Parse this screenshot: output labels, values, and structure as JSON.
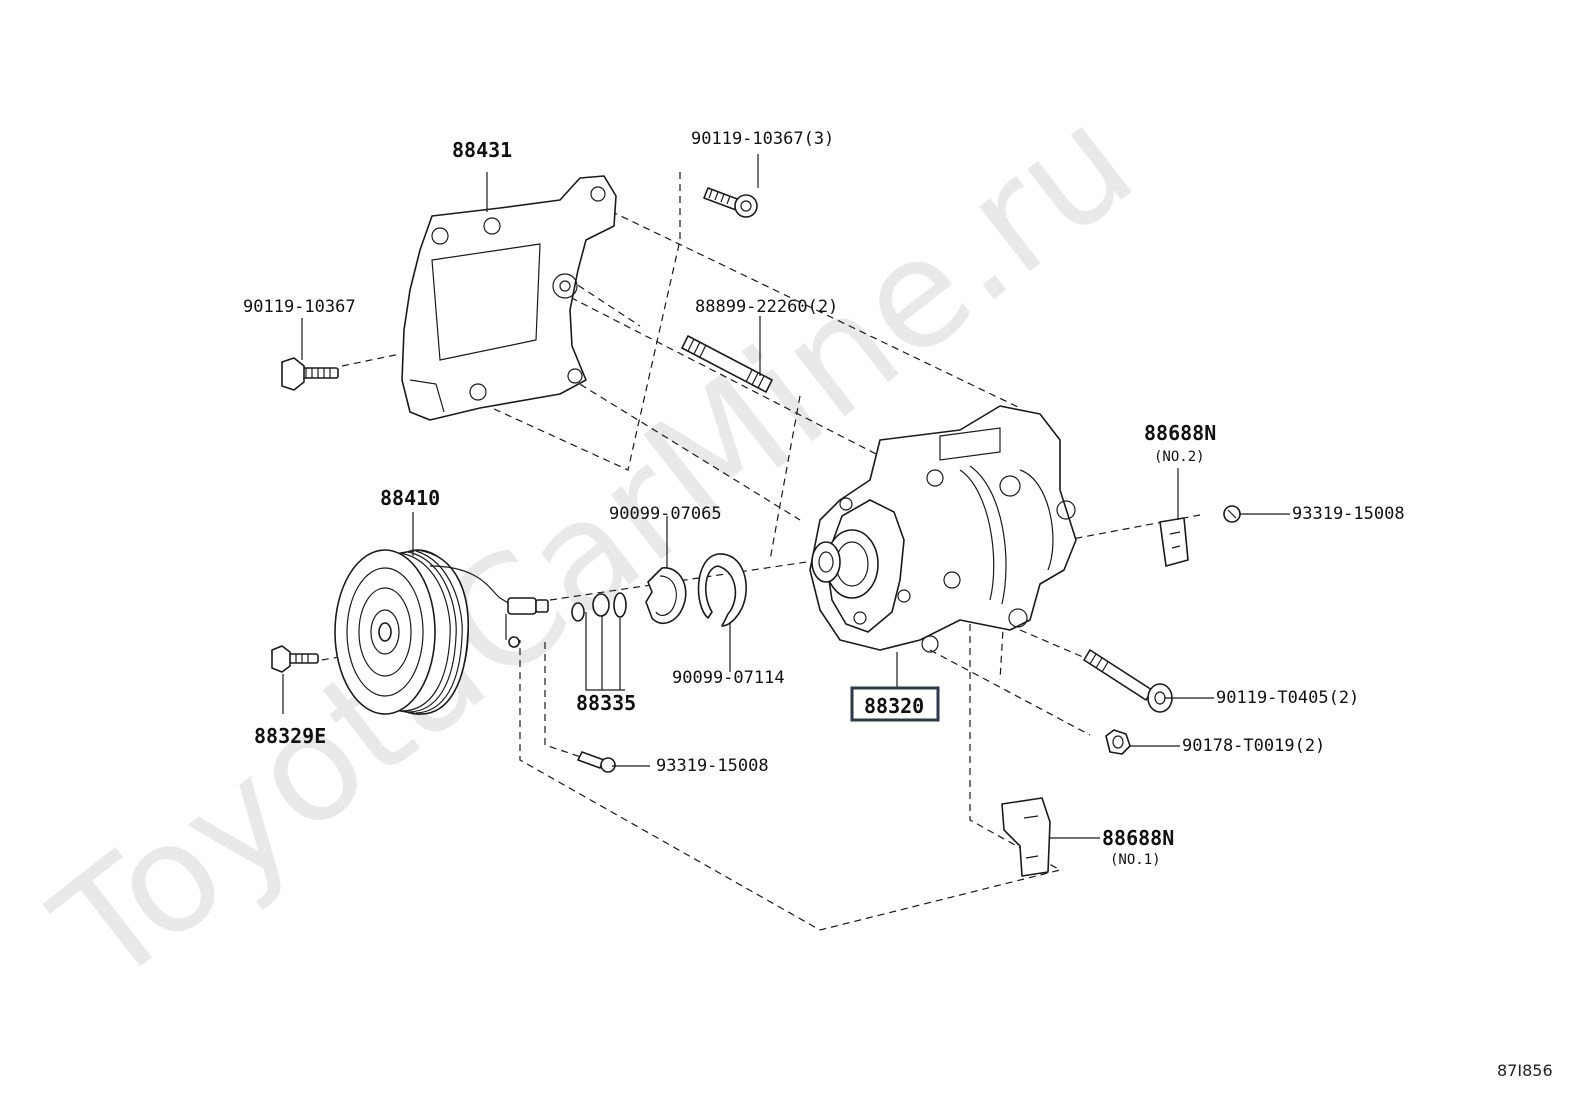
{
  "watermark": "ToyotaCarMine.ru",
  "catalog_code": "87I856",
  "highlight_part": "88320",
  "labels": {
    "bracket": "88431",
    "bolt_bracket": "90119-10367",
    "bolt_top": "90119-10367(3)",
    "stud": "88899-22260(2)",
    "clutch_pulley": "88410",
    "clutch_bolt": "88329E",
    "shims": "88335",
    "snap_ring_a": "90099-07065",
    "snap_ring_b": "90099-07114",
    "compressor": "88320",
    "screw_lower": "93319-15008",
    "screw_right": "93319-15008",
    "bracket_no2": "88688N",
    "bracket_no2_sub": "(NO.2)",
    "bracket_no1": "88688N",
    "bracket_no1_sub": "(NO.1)",
    "bolt_compressor": "90119-T0405(2)",
    "nut_compressor": "90178-T0019(2)"
  }
}
